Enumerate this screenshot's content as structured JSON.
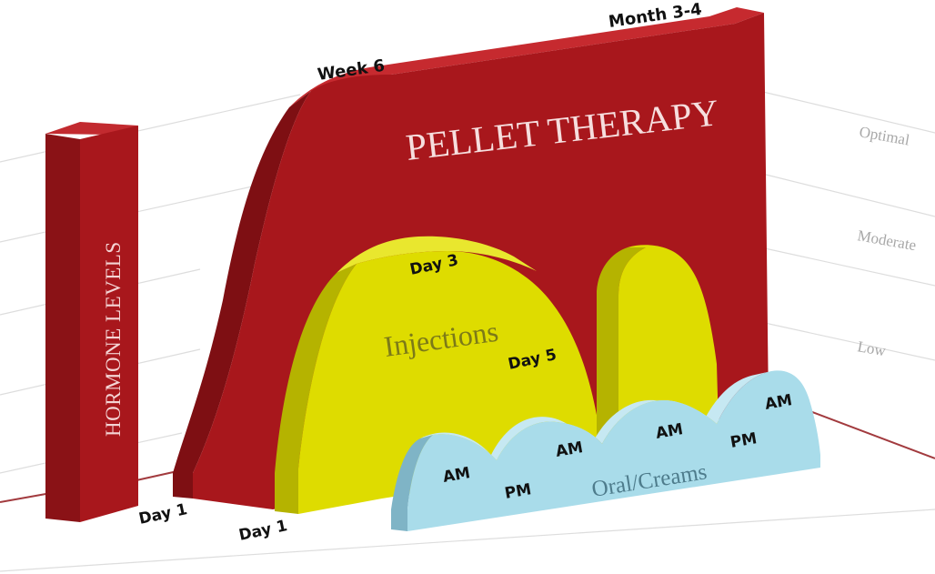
{
  "diagram": {
    "axis_label": "HORMONE LEVELS",
    "levels": [
      "Optimal",
      "Moderate",
      "Low"
    ],
    "pellet": {
      "title": "PELLET THERAPY",
      "start_label": "Day 1",
      "peak_label": "Week 6",
      "end_label": "Month 3-4"
    },
    "injections": {
      "title": "Injections",
      "start_label": "Day 1",
      "peak_label": "Day 3",
      "decline_label": "Day 5"
    },
    "oral": {
      "title": "Oral/Creams",
      "wave_labels": [
        "AM",
        "PM",
        "AM",
        "AM",
        "PM",
        "AM"
      ]
    },
    "colors": {
      "pellet_front": "#a8171c",
      "pellet_side": "#7e0f13",
      "injection_front": "#dedc00",
      "injection_side": "#b3b000",
      "oral_front": "#a9dcea",
      "oral_side": "#85bccd",
      "grid": "#d6d6d6",
      "floor_line": "#a23a3e"
    }
  }
}
